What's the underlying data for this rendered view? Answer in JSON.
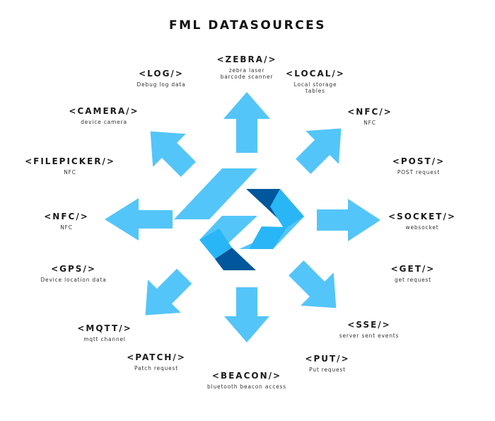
{
  "title": "FML DATASOURCES",
  "colors": {
    "arrow": "#54c5f8",
    "logo_light": "#54c5f8",
    "logo_mid": "#29b6f6",
    "logo_dark": "#01579b",
    "text": "#1a1a1a"
  },
  "datasources": [
    {
      "tag": "<ZEBRA/>",
      "desc": "zebra laser\nbarcode scanner"
    },
    {
      "tag": "<LOCAL/>",
      "desc": "Local storage\ntables"
    },
    {
      "tag": "<NFC/>",
      "desc": "NFC"
    },
    {
      "tag": "<POST/>",
      "desc": "POST request"
    },
    {
      "tag": "<SOCKET/>",
      "desc": "websocket"
    },
    {
      "tag": "<GET/>",
      "desc": "get request"
    },
    {
      "tag": "<SSE/>",
      "desc": "server sent events"
    },
    {
      "tag": "<PUT/>",
      "desc": "Put request"
    },
    {
      "tag": "<BEACON/>",
      "desc": "bluetooth beacon access"
    },
    {
      "tag": "<PATCH/>",
      "desc": "Patch request"
    },
    {
      "tag": "<MQTT/>",
      "desc": "mqtt channel"
    },
    {
      "tag": "<GPS/>",
      "desc": "Device location data"
    },
    {
      "tag": "<NFC/>",
      "desc": "NFC"
    },
    {
      "tag": "<FILEPICKER/>",
      "desc": "NFC"
    },
    {
      "tag": "<CAMERA/>",
      "desc": "device camera"
    },
    {
      "tag": "<LOG/>",
      "desc": "Debug log data"
    }
  ],
  "arrows": [
    {
      "icon": "arrow-up-icon"
    },
    {
      "icon": "arrow-up-right-icon"
    },
    {
      "icon": "arrow-right-icon"
    },
    {
      "icon": "arrow-down-right-icon"
    },
    {
      "icon": "arrow-down-icon"
    },
    {
      "icon": "arrow-down-left-icon"
    },
    {
      "icon": "arrow-left-icon"
    },
    {
      "icon": "arrow-up-left-icon"
    }
  ],
  "logo": {
    "icon": "flutter-logo-icon"
  }
}
